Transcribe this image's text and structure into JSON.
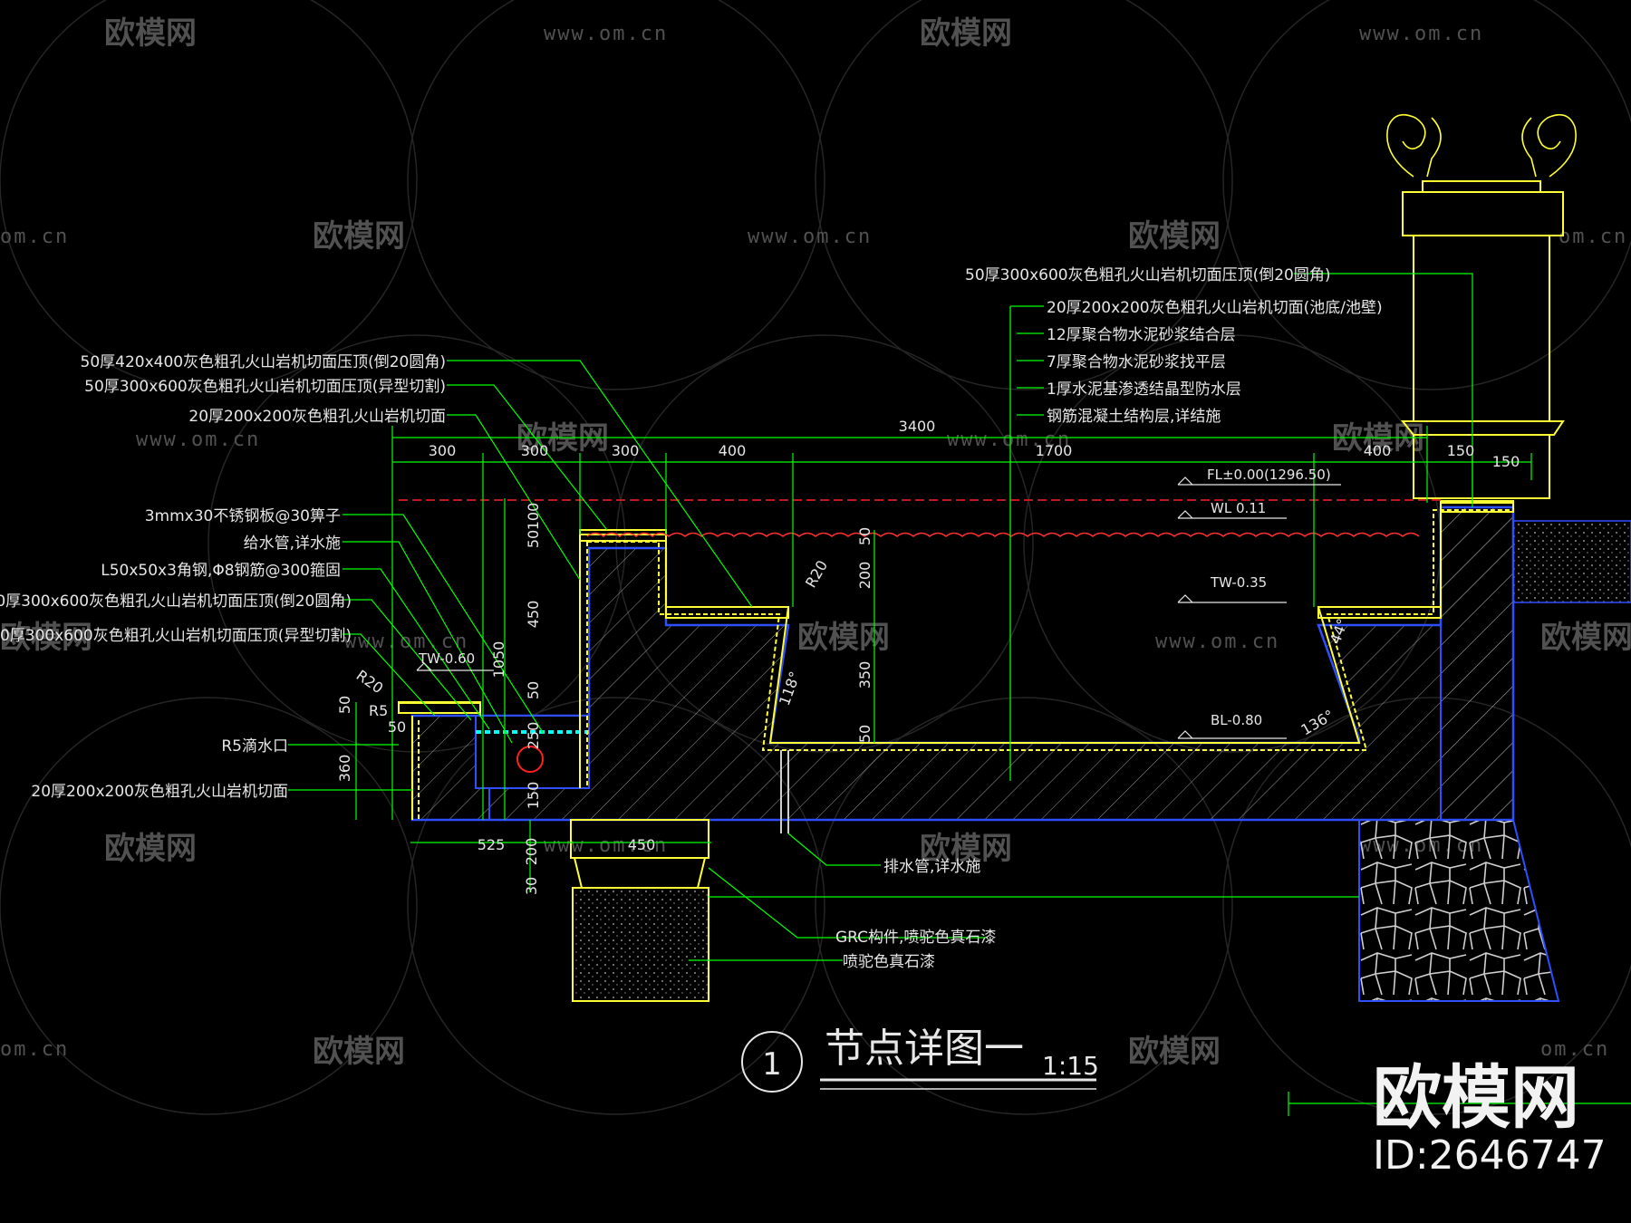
{
  "title": {
    "number": "1",
    "text": "节点详图一",
    "scale": "1:15"
  },
  "brand": {
    "logo": "欧模网",
    "id": "ID:2646747",
    "watermark_logo": "欧模网",
    "watermark_url": "www.om.cn",
    "watermark_url_short": "om.cn"
  },
  "callouts_right": [
    "50厚300x600灰色粗孔火山岩机切面压顶(倒20圆角)",
    "20厚200x200灰色粗孔火山岩机切面(池底/池壁)",
    "12厚聚合物水泥砂浆结合层",
    "7厚聚合物水泥砂浆找平层",
    "1厚水泥基渗透结晶型防水层",
    "钢筋混凝土结构层,详结施"
  ],
  "callouts_left_top": [
    "50厚420x400灰色粗孔火山岩机切面压顶(倒20圆角)",
    "50厚300x600灰色粗孔火山岩机切面压顶(异型切割)",
    "20厚200x200灰色粗孔火山岩机切面"
  ],
  "callouts_left": [
    "3mmx30不锈钢板@30箅子",
    "给水管,详水施",
    "L50x50x3角钢,Φ8钢筋@300箍固",
    "0厚300x600灰色粗孔火山岩机切面压顶(倒20圆角)",
    "0厚300x600灰色粗孔火山岩机切面压顶(异型切割)"
  ],
  "callouts_left_bottom": [
    "R5滴水口",
    "20厚200x200灰色粗孔火山岩机切面"
  ],
  "callouts_bottom": [
    "排水管,详水施",
    "GRC构件,喷驼色真石漆",
    "喷驼色真石漆"
  ],
  "levels": {
    "fl": "FL±0.00(1296.50)",
    "wl": "WL 0.11",
    "tw1": "TW-0.35",
    "bl": "BL-0.80",
    "tw2": "TW-0.60"
  },
  "dims": {
    "total": "3400",
    "top": [
      "300",
      "300",
      "300",
      "400",
      "1700",
      "400",
      "150"
    ],
    "right_150": "150",
    "v_left": [
      "100",
      "50",
      "450",
      "50",
      "250",
      "150"
    ],
    "v_left_1050": "1050",
    "v_center": [
      "50",
      "200",
      "350",
      "50"
    ],
    "v_outer": [
      "50",
      "50",
      "360"
    ],
    "bottom_525": "525",
    "bottom_450": "450",
    "bottom_v": [
      "200",
      "30"
    ],
    "r20a": "R20",
    "r20b": "R20",
    "r5": "R5",
    "ang1": "118°",
    "ang2": "136°",
    "ang3": "44°"
  },
  "colors": {
    "line_green": "#00ff00",
    "structure": "#2f4fff",
    "finish_yellow": "#ffff33",
    "level_red": "#ff2020",
    "hatch": "#9a9a9a"
  }
}
